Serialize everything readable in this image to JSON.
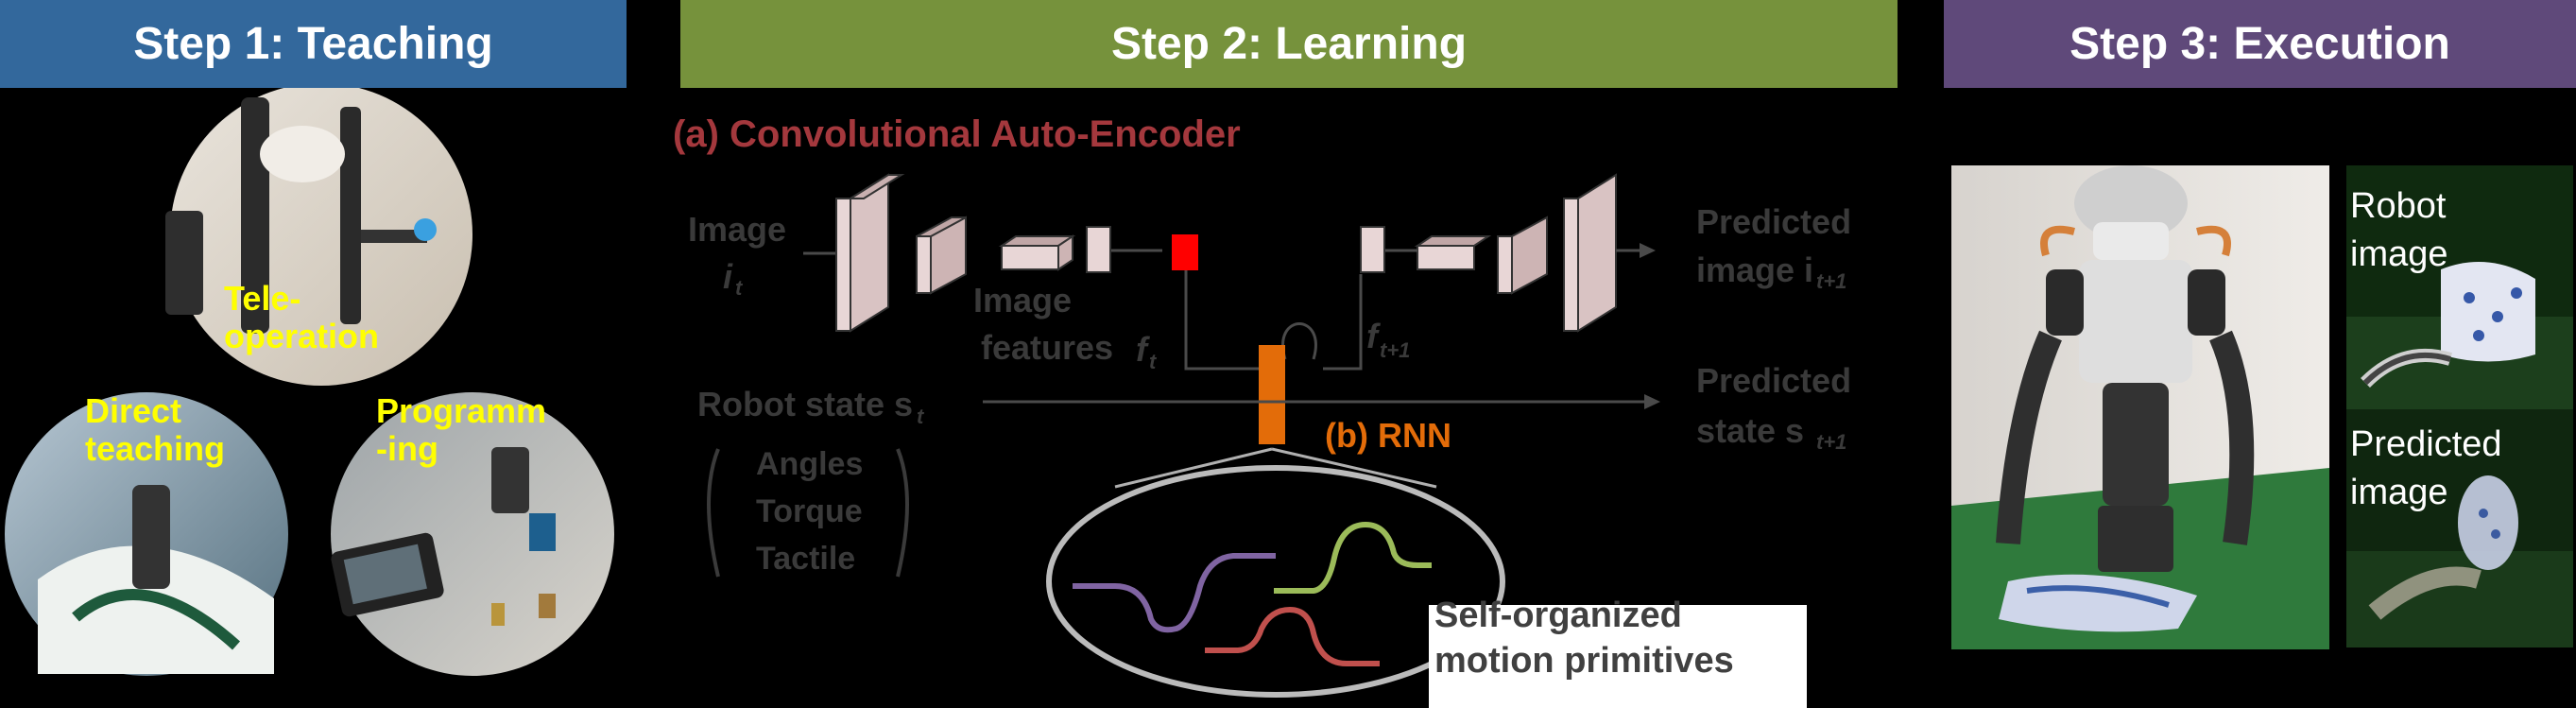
{
  "colors": {
    "step1": "#33689c",
    "step2": "#76923c",
    "step3": "#5f497a",
    "cae_title": "#a4383d",
    "rnn": "#e36c09",
    "overlay_yellow": "#ffff00",
    "latent_red": "#ff0000"
  },
  "headers": {
    "step1": "Step 1: Teaching",
    "step2": "Step 2: Learning",
    "step3": "Step 3: Execution"
  },
  "step1": {
    "teleoperation": "Tele-\noperation",
    "direct": "Direct\nteaching",
    "programming": "Programm\n-ing"
  },
  "step2": {
    "cae_title": "(a) Convolutional Auto-Encoder",
    "image_in": "Image",
    "image_in_sub": "i",
    "image_in_t": "t",
    "image_features": "Image",
    "image_features_2": "features",
    "f_t": "f",
    "f_t1": "f",
    "predicted_image": "Predicted",
    "predicted_image_2": "image i",
    "robot_state": "Robot state s",
    "predicted_state": "Predicted",
    "predicted_state_2": "state s",
    "modalities": [
      "Angles",
      "Torque",
      "Tactile"
    ],
    "rnn": "(b) RNN",
    "primitives_1": "Self-organized",
    "primitives_2": "motion primitives",
    "sub_t": "t",
    "sub_t1": "t+1"
  },
  "step3": {
    "robot_image": "Robot\nimage",
    "predicted_image": "Predicted\nimage"
  }
}
